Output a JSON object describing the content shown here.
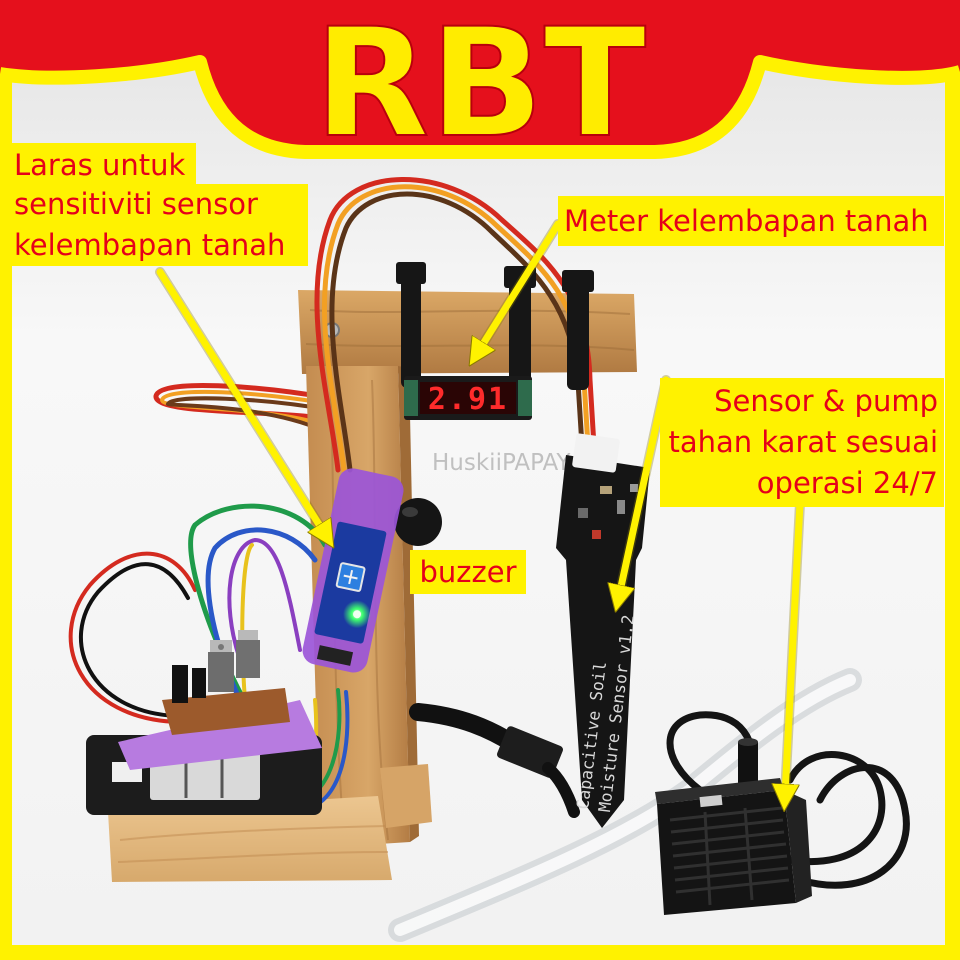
{
  "banner": {
    "title": "RBT"
  },
  "labels": {
    "adjust_lines": [
      "Laras untuk",
      "sensitiviti sensor",
      "kelembapan tanah"
    ],
    "meter": "Meter kelembapan tanah",
    "sensor_lines": [
      "Sensor & pump",
      "tahan karat sesuai",
      "operasi 24/7"
    ],
    "buzzer": "buzzer"
  },
  "photo": {
    "meter_reading": "2.91",
    "watermark": "HuskiiPAPAYA",
    "probe_print": [
      "Capacitive Soil",
      "Moisture Sensor v1.2"
    ]
  },
  "colors": {
    "banner_red": "#e5101c",
    "frame_yellow": "#fff200",
    "label_text": "#e5001a",
    "meter_digits": "#ff2b2b"
  }
}
